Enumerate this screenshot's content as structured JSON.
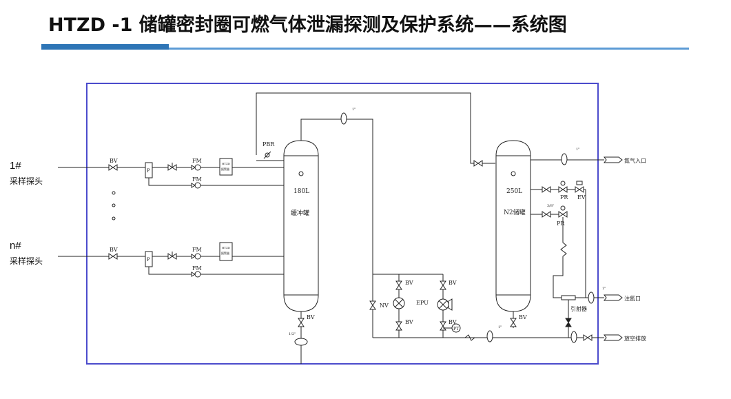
{
  "title": "HTZD -1 储罐密封圈可燃气体泄漏探测及保护系统——系统图",
  "probes": [
    {
      "id": "1#",
      "desc": "采样探头"
    },
    {
      "id": "n#",
      "desc": "采样探头"
    }
  ],
  "labels": {
    "bv": "BV",
    "fm": "FM",
    "p": "P",
    "pbr": "PBR",
    "nv": "NV",
    "epu": "EPU",
    "pr": "PR",
    "ev": "EV",
    "pt": "PT",
    "size_1in": "1\"",
    "size_half": "1/2\"",
    "size_3_8": "3/8\"",
    "detector": "报警器",
    "detector_model": "HTZD"
  },
  "buffer_tank": {
    "volume": "180L",
    "name": "缓冲罐"
  },
  "n2_tank": {
    "volume": "250L",
    "name": "N2储罐"
  },
  "outlets": {
    "n2_inlet": "氮气入口",
    "injection": "注氮口",
    "vent": "放空排放",
    "ejector": "引射器"
  }
}
